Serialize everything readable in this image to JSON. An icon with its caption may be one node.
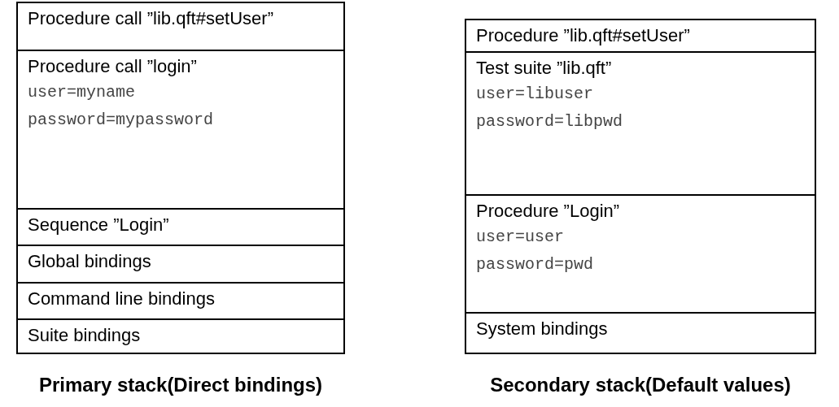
{
  "diagram": {
    "nodes": [
      {
        "text": [
          "Primary stack(Direct bindings)"
        ]
      },
      {
        "text": [
          "Procedure call ”lib.qft#setUser”"
        ],
        "in": 0
      },
      {
        "text": [
          "Procedure call ”login”",
          "user=myname",
          "password=mypassword"
        ],
        "in": 0
      },
      {
        "text": [
          "Sequence ”Login”"
        ],
        "in": 0
      },
      {
        "text": [
          "Global bindings"
        ],
        "in": 0
      },
      {
        "text": [
          "Command line bindings"
        ],
        "in": 0
      },
      {
        "text": [
          "Suite bindings"
        ],
        "in": 0
      },
      {
        "text": [
          "Secondary stack(Default values)"
        ]
      },
      {
        "text": [
          "Procedure ”lib.qft#setUser”"
        ],
        "in": 7
      },
      {
        "text": [
          "Test suite ”lib.qft”",
          "user=libuser",
          "password=libpwd"
        ],
        "in": 7
      },
      {
        "text": [
          "Procedure ”Login”",
          "user=user",
          "password=pwd"
        ],
        "in": 7
      },
      {
        "text": [
          "System bindings"
        ],
        "in": 7
      }
    ]
  }
}
